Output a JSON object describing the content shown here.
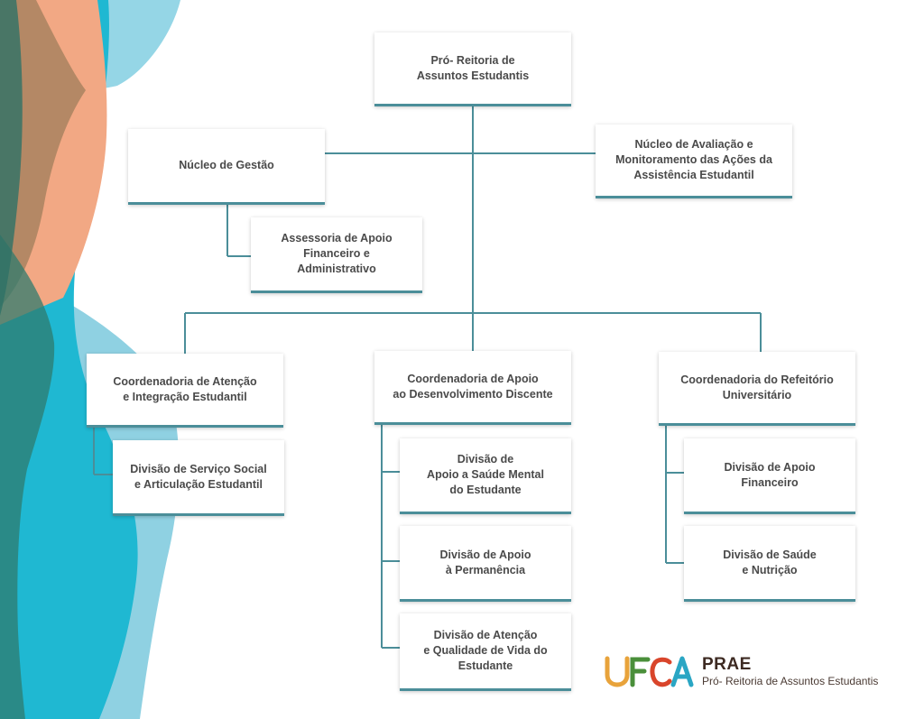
{
  "org_chart": {
    "root": "Pró- Reitoria de\nAssuntos Estudantis",
    "nucleo_gestao": "Núcleo de Gestão",
    "nucleo_avaliacao": "Núcleo de Avaliação e\nMonitoramento das Ações da\nAssistência Estudantil",
    "assessoria": "Assessoria de Apoio\nFinanceiro e\nAdministrativo",
    "coord_atencao": "Coordenadoria de Atenção\ne Integração Estudantil",
    "div_servico_social": "Divisão de Serviço Social\ne Articulação Estudantil",
    "coord_desenvolvimento": "Coordenadoria de Apoio\nao Desenvolvimento Discente",
    "div_saude_mental": "Divisão de\nApoio a Saúde Mental\ndo Estudante",
    "div_permanencia": "Divisão de Apoio\nà Permanência",
    "div_qualidade_vida": "Divisão de Atenção\ne Qualidade de Vida do\nEstudante",
    "coord_refeitorio": "Coordenadoria do Refeitório\nUniversitário",
    "div_apoio_financeiro": "Divisão de Apoio\nFinanceiro",
    "div_saude_nutricao": "Divisão de Saúde\ne Nutrição"
  },
  "logo": {
    "brand": "UFCA",
    "acronym": "PRAE",
    "full_name": "Pró- Reitoria de Assuntos Estudantis"
  },
  "colors": {
    "line": "#4b8e99",
    "text": "#4a4a4a",
    "teal": "#1fb5cf",
    "light_blue": "#8fd1e2",
    "orange": "#f3a784",
    "dark_green": "#2f7b6e"
  }
}
